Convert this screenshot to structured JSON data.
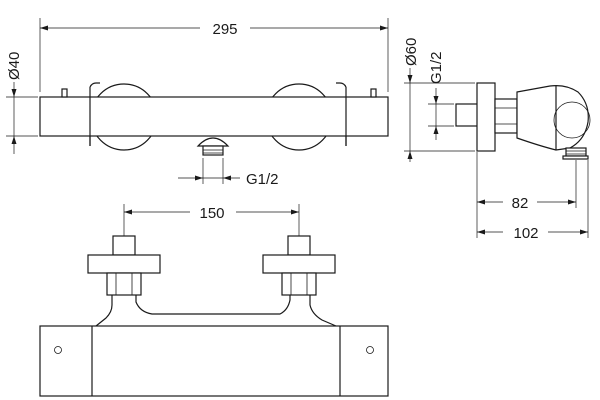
{
  "dimensions": {
    "overall_length": "295",
    "body_diameter": "Ø40",
    "knob_diameter": "Ø60",
    "inlet_thread": "G1/2",
    "outlet_thread": "G1/2",
    "depth_inner": "82",
    "depth_total": "102",
    "inlet_spacing": "150"
  }
}
